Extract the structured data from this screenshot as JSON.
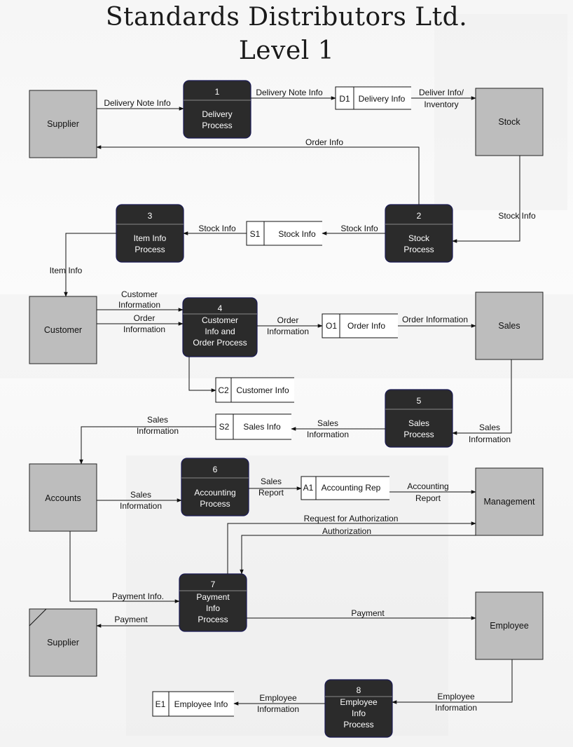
{
  "title": {
    "line1": "Standards Distributors Ltd.",
    "line2": "Level 1"
  },
  "entities": {
    "supplier_top": "Supplier",
    "stock": "Stock",
    "customer": "Customer",
    "sales": "Sales",
    "accounts": "Accounts",
    "management": "Management",
    "supplier_bottom": "Supplier",
    "employee": "Employee"
  },
  "processes": [
    {
      "id": "1",
      "lines": [
        "Delivery",
        "Process"
      ]
    },
    {
      "id": "2",
      "lines": [
        "Stock",
        "Process"
      ]
    },
    {
      "id": "3",
      "lines": [
        "Item Info",
        "Process"
      ]
    },
    {
      "id": "4",
      "lines": [
        "Customer",
        "Info and",
        "Order Process"
      ]
    },
    {
      "id": "5",
      "lines": [
        "Sales",
        "Process"
      ]
    },
    {
      "id": "6",
      "lines": [
        "Accounting",
        "Process"
      ]
    },
    {
      "id": "7",
      "lines": [
        "Payment",
        "Info",
        "Process"
      ]
    },
    {
      "id": "8",
      "lines": [
        "Employee",
        "Info",
        "Process"
      ]
    }
  ],
  "stores": {
    "d1": {
      "id": "D1",
      "name": "Delivery Info"
    },
    "s1": {
      "id": "S1",
      "name": "Stock Info"
    },
    "o1": {
      "id": "O1",
      "name": "Order Info"
    },
    "c2": {
      "id": "C2",
      "name": "Customer Info"
    },
    "s2": {
      "id": "S2",
      "name": "Sales Info"
    },
    "a1": {
      "id": "A1",
      "name": "Accounting Rep"
    },
    "e1": {
      "id": "E1",
      "name": "Employee Info"
    }
  },
  "flows": {
    "supplier_to_p1": "Delivery Note Info",
    "p1_to_d1": "Delivery Note Info",
    "d1_to_stock": [
      "Deliver Info/",
      "Inventory"
    ],
    "p2_to_supplier": "Order Info",
    "stock_to_p2": "Stock  Info",
    "p2_to_s1": "Stock  Info",
    "s1_to_p3": "Stock  Info",
    "p3_to_customer": "Item  Info",
    "customer_info": [
      "Customer",
      "Information"
    ],
    "customer_order": [
      "Order",
      "Information"
    ],
    "p4_to_o1": [
      "Order",
      "Information"
    ],
    "o1_to_sales": "Order Information",
    "sales_to_p5": [
      "Sales",
      "Information"
    ],
    "p5_to_s2": [
      "Sales",
      "Information"
    ],
    "s2_to_accounts": [
      "Sales",
      "Information"
    ],
    "accounts_to_p6": [
      "Sales",
      "Information"
    ],
    "p6_to_a1": [
      "Sales",
      "Report"
    ],
    "a1_to_management": [
      "Accounting",
      "Report"
    ],
    "request_auth": "Request for Authorization",
    "authorization": "Authorization",
    "accounts_payment_info": "Payment Info.",
    "p7_to_supplier": "Payment",
    "p7_to_employee": "Payment",
    "employee_to_p8": [
      "Employee",
      "Information"
    ],
    "p8_to_e1": [
      "Employee",
      "Information"
    ]
  }
}
